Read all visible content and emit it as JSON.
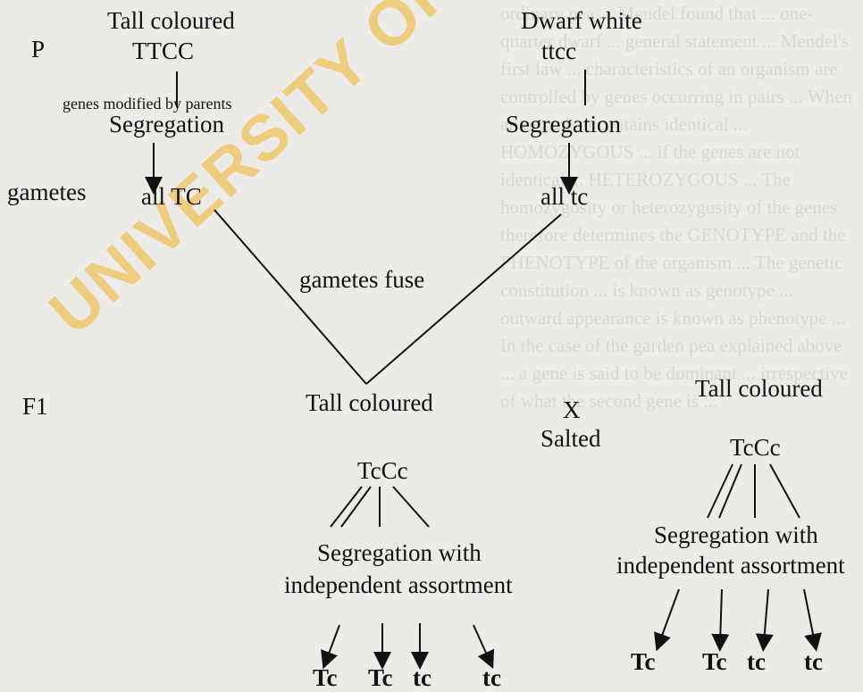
{
  "background_text": "ordinary pea ... Mendel found that ... one-quarter dwarf ... general statement ... Mendel's first law ... characteristics of an organism are controlled by genes occurring in pairs ... When an organism contains identical ... HOMOZYGOUS ... if the genes are not identical ... HETEROZYGOUS ... The homozygosity or heterozygosity of the genes therefore determines the GENOTYPE and the PHENOTYPE of the organism ... The genetic constitution ... is known as genotype ... outward appearance is known as phenotype ... In the case of the garden pea explained above ... a gene is said to be dominant ... irrespective of what the second gene is ...",
  "watermark": "UNIVERSITY OF IBADAN",
  "labels": {
    "p": "P",
    "gametes": "gametes",
    "f1": "F1"
  },
  "left_parent": {
    "phenotype": "Tall coloured",
    "genotype": "TTCC",
    "segregation": "Segregation",
    "gametes": "all TC"
  },
  "right_parent": {
    "phenotype": "Dwarf white",
    "genotype": "ttcc",
    "segregation": "Segregation",
    "gametes": "all tc"
  },
  "fuse": "gametes fuse",
  "note": "genes modified by parents",
  "f1_left": {
    "phenotype": "Tall coloured",
    "genotype": "TcCc",
    "process_line1": "Segregation with",
    "process_line2": "independent assortment",
    "gametes": [
      "Tc",
      "Tc",
      "tc",
      "tc"
    ]
  },
  "cross": {
    "symbol": "X",
    "label": "Salted"
  },
  "f1_right": {
    "phenotype": "Tall coloured",
    "genotype": "TcCc",
    "process_line1": "Segregation with",
    "process_line2": "independent assortment",
    "gametes": [
      "Tc",
      "Tc",
      "tc",
      "tc"
    ]
  }
}
